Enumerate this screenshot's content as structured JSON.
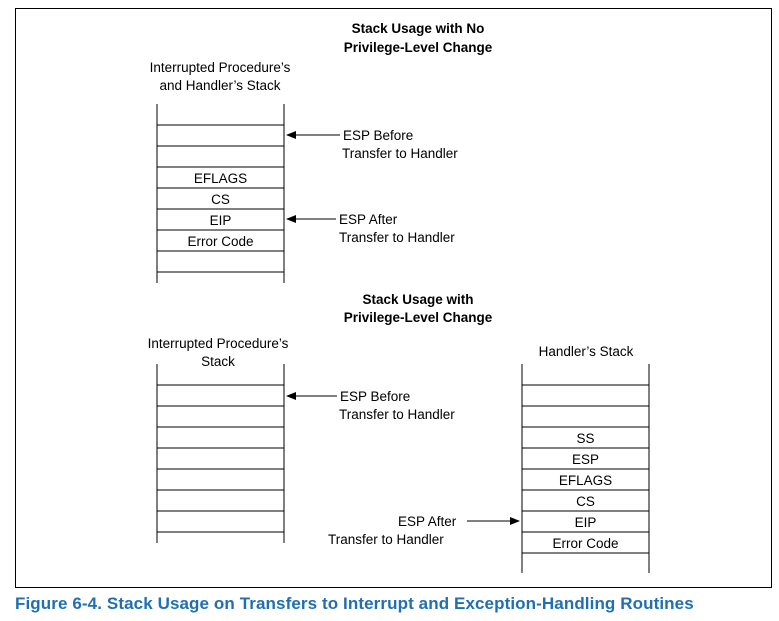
{
  "top": {
    "title_line1": "Stack Usage with No",
    "title_line2": "Privilege-Level Change",
    "stack_label_line1": "Interrupted Procedure’s",
    "stack_label_line2": "and Handler’s Stack",
    "cells": [
      "",
      "",
      "EFLAGS",
      "CS",
      "EIP",
      "Error Code",
      "",
      "",
      ""
    ],
    "esp_before_line1": "ESP Before",
    "esp_before_line2": "Transfer to Handler",
    "esp_after_line1": "ESP After",
    "esp_after_line2": "Transfer to Handler"
  },
  "bottom": {
    "title_line1": "Stack Usage with",
    "title_line2": "Privilege-Level Change",
    "left_stack_label_line1": "Interrupted Procedure’s",
    "left_stack_label_line2": "Stack",
    "left_cells": [
      "",
      "",
      "",
      "",
      "",
      "",
      "",
      ""
    ],
    "right_stack_label": "Handler’s Stack",
    "right_cells": [
      "",
      "",
      "SS",
      "ESP",
      "EFLAGS",
      "CS",
      "EIP",
      "Error Code",
      "",
      ""
    ],
    "esp_before_line1": "ESP Before",
    "esp_before_line2": "Transfer to Handler",
    "esp_after_line1": "ESP After",
    "esp_after_line2": "Transfer to Handler"
  },
  "caption": "Figure 6-4.  Stack Usage on Transfers to Interrupt and Exception-Handling Routines"
}
